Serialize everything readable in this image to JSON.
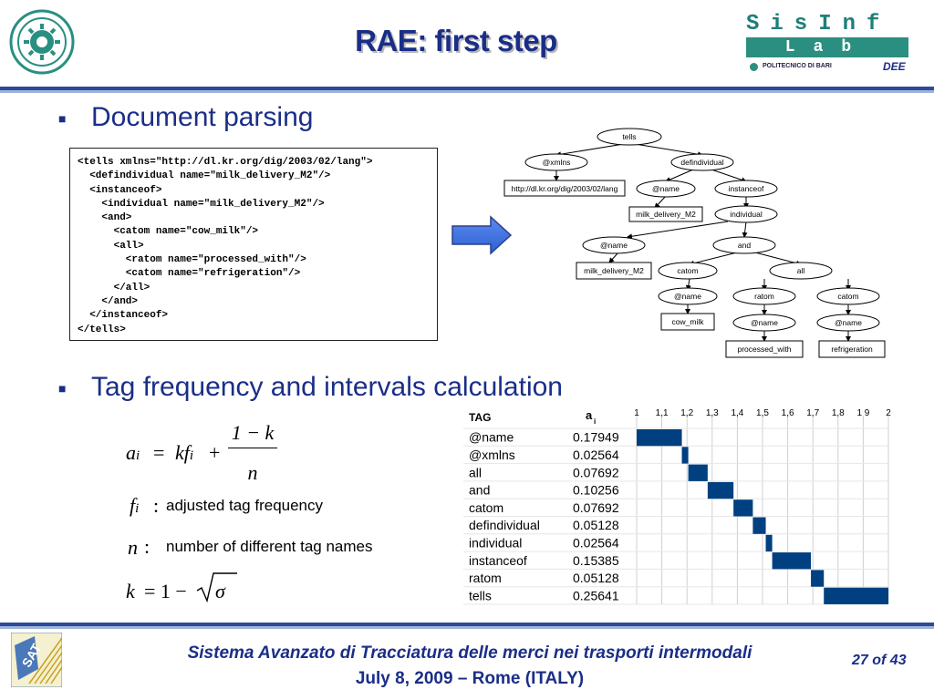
{
  "title": "RAE: first step",
  "lab_logo": {
    "top": "SisInf",
    "bar": "Lab",
    "poli": "POLITECNICO DI BARI",
    "dee": "DEE"
  },
  "bullets": [
    {
      "text": "Document parsing"
    },
    {
      "text": "Tag frequency and intervals calculation"
    }
  ],
  "xml_lines": [
    "<tells xmlns=\"http://dl.kr.org/dig/2003/02/lang\">",
    "  <defindividual name=\"milk_delivery_M2\"/>",
    "  <instanceof>",
    "    <individual name=\"milk_delivery_M2\"/>",
    "    <and>",
    "      <catom name=\"cow_milk\"/>",
    "      <all>",
    "        <ratom name=\"processed_with\"/>",
    "        <catom name=\"refrigeration\"/>",
    "      </all>",
    "    </and>",
    "  </instanceof>",
    "</tells>"
  ],
  "tree": {
    "nodes": [
      "tells",
      "@xmlns",
      "defindividual",
      "http://dl.kr.org/dig/2003/02/lang",
      "@name",
      "instanceof",
      "milk_delivery_M2",
      "individual",
      "@name",
      "and",
      "milk_delivery_M2",
      "catom",
      "all",
      "@name",
      "ratom",
      "catom",
      "cow_milk",
      "@name",
      "@name",
      "processed_with",
      "refrigeration"
    ]
  },
  "formula": {
    "lhs": "a",
    "lhs_sub": "i",
    "eq": "=",
    "k": "k",
    "f": "f",
    "f_sub": "i",
    "plus": "+",
    "num": "1 − k",
    "den": "n",
    "def_f_sym": "f",
    "def_f_sub": "i",
    "def_f_colon": ":",
    "def_f_text": "adjusted tag frequency",
    "def_n_sym": "n",
    "def_n_colon": ":",
    "def_n_text": "number of different tag names",
    "k_lhs": "k",
    "k_eq": "= 1 −",
    "k_sigma": "σ"
  },
  "chart_data": {
    "type": "table",
    "col_tag": "TAG",
    "col_a": "a",
    "col_a_sub": "i",
    "axis_ticks": [
      "1",
      "1,1",
      "1,2",
      "1,3",
      "1,4",
      "1,5",
      "1,6",
      "1,7",
      "1,8",
      "1 9",
      "2"
    ],
    "xlim": [
      1,
      2
    ],
    "rows": [
      {
        "tag": "@name",
        "a": "0.17949",
        "start": 1.0,
        "end": 1.17949
      },
      {
        "tag": "@xmlns",
        "a": "0.02564",
        "start": 1.17949,
        "end": 1.20513
      },
      {
        "tag": "all",
        "a": "0.07692",
        "start": 1.20513,
        "end": 1.28205
      },
      {
        "tag": "and",
        "a": "0.10256",
        "start": 1.28205,
        "end": 1.38461
      },
      {
        "tag": "catom",
        "a": "0.07692",
        "start": 1.38461,
        "end": 1.46153
      },
      {
        "tag": "defindividual",
        "a": "0.05128",
        "start": 1.46153,
        "end": 1.51281
      },
      {
        "tag": "individual",
        "a": "0.02564",
        "start": 1.51281,
        "end": 1.53845
      },
      {
        "tag": "instanceof",
        "a": "0.15385",
        "start": 1.53845,
        "end": 1.6923
      },
      {
        "tag": "ratom",
        "a": "0.05128",
        "start": 1.6923,
        "end": 1.74358
      },
      {
        "tag": "tells",
        "a": "0.25641",
        "start": 1.74358,
        "end": 2.0
      }
    ],
    "bar_color": "#004080"
  },
  "footer": {
    "line1": "Sistema Avanzato di Tracciatura delle merci nei trasporti intermodali",
    "line2": "July 8, 2009 – Rome (ITALY)",
    "page": "27 of 43"
  },
  "colors": {
    "title": "#1a2e88",
    "rule": "#2b4a9a",
    "teal": "#2a8f80"
  }
}
